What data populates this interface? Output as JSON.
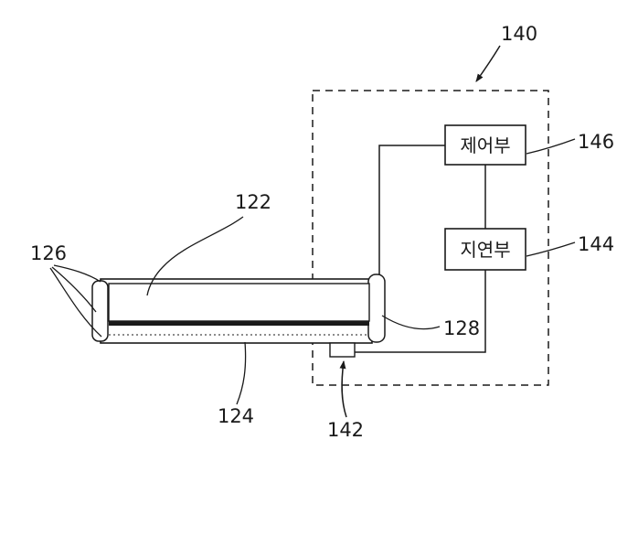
{
  "figure": {
    "control_box_label": "제어부",
    "delay_box_label": "지연부",
    "ref_140": "140",
    "ref_146": "146",
    "ref_144": "144",
    "ref_122": "122",
    "ref_126": "126",
    "ref_128": "128",
    "ref_124": "124",
    "ref_142": "142"
  },
  "colors": {
    "line": "#1a1a1a",
    "background": "#ffffff"
  }
}
